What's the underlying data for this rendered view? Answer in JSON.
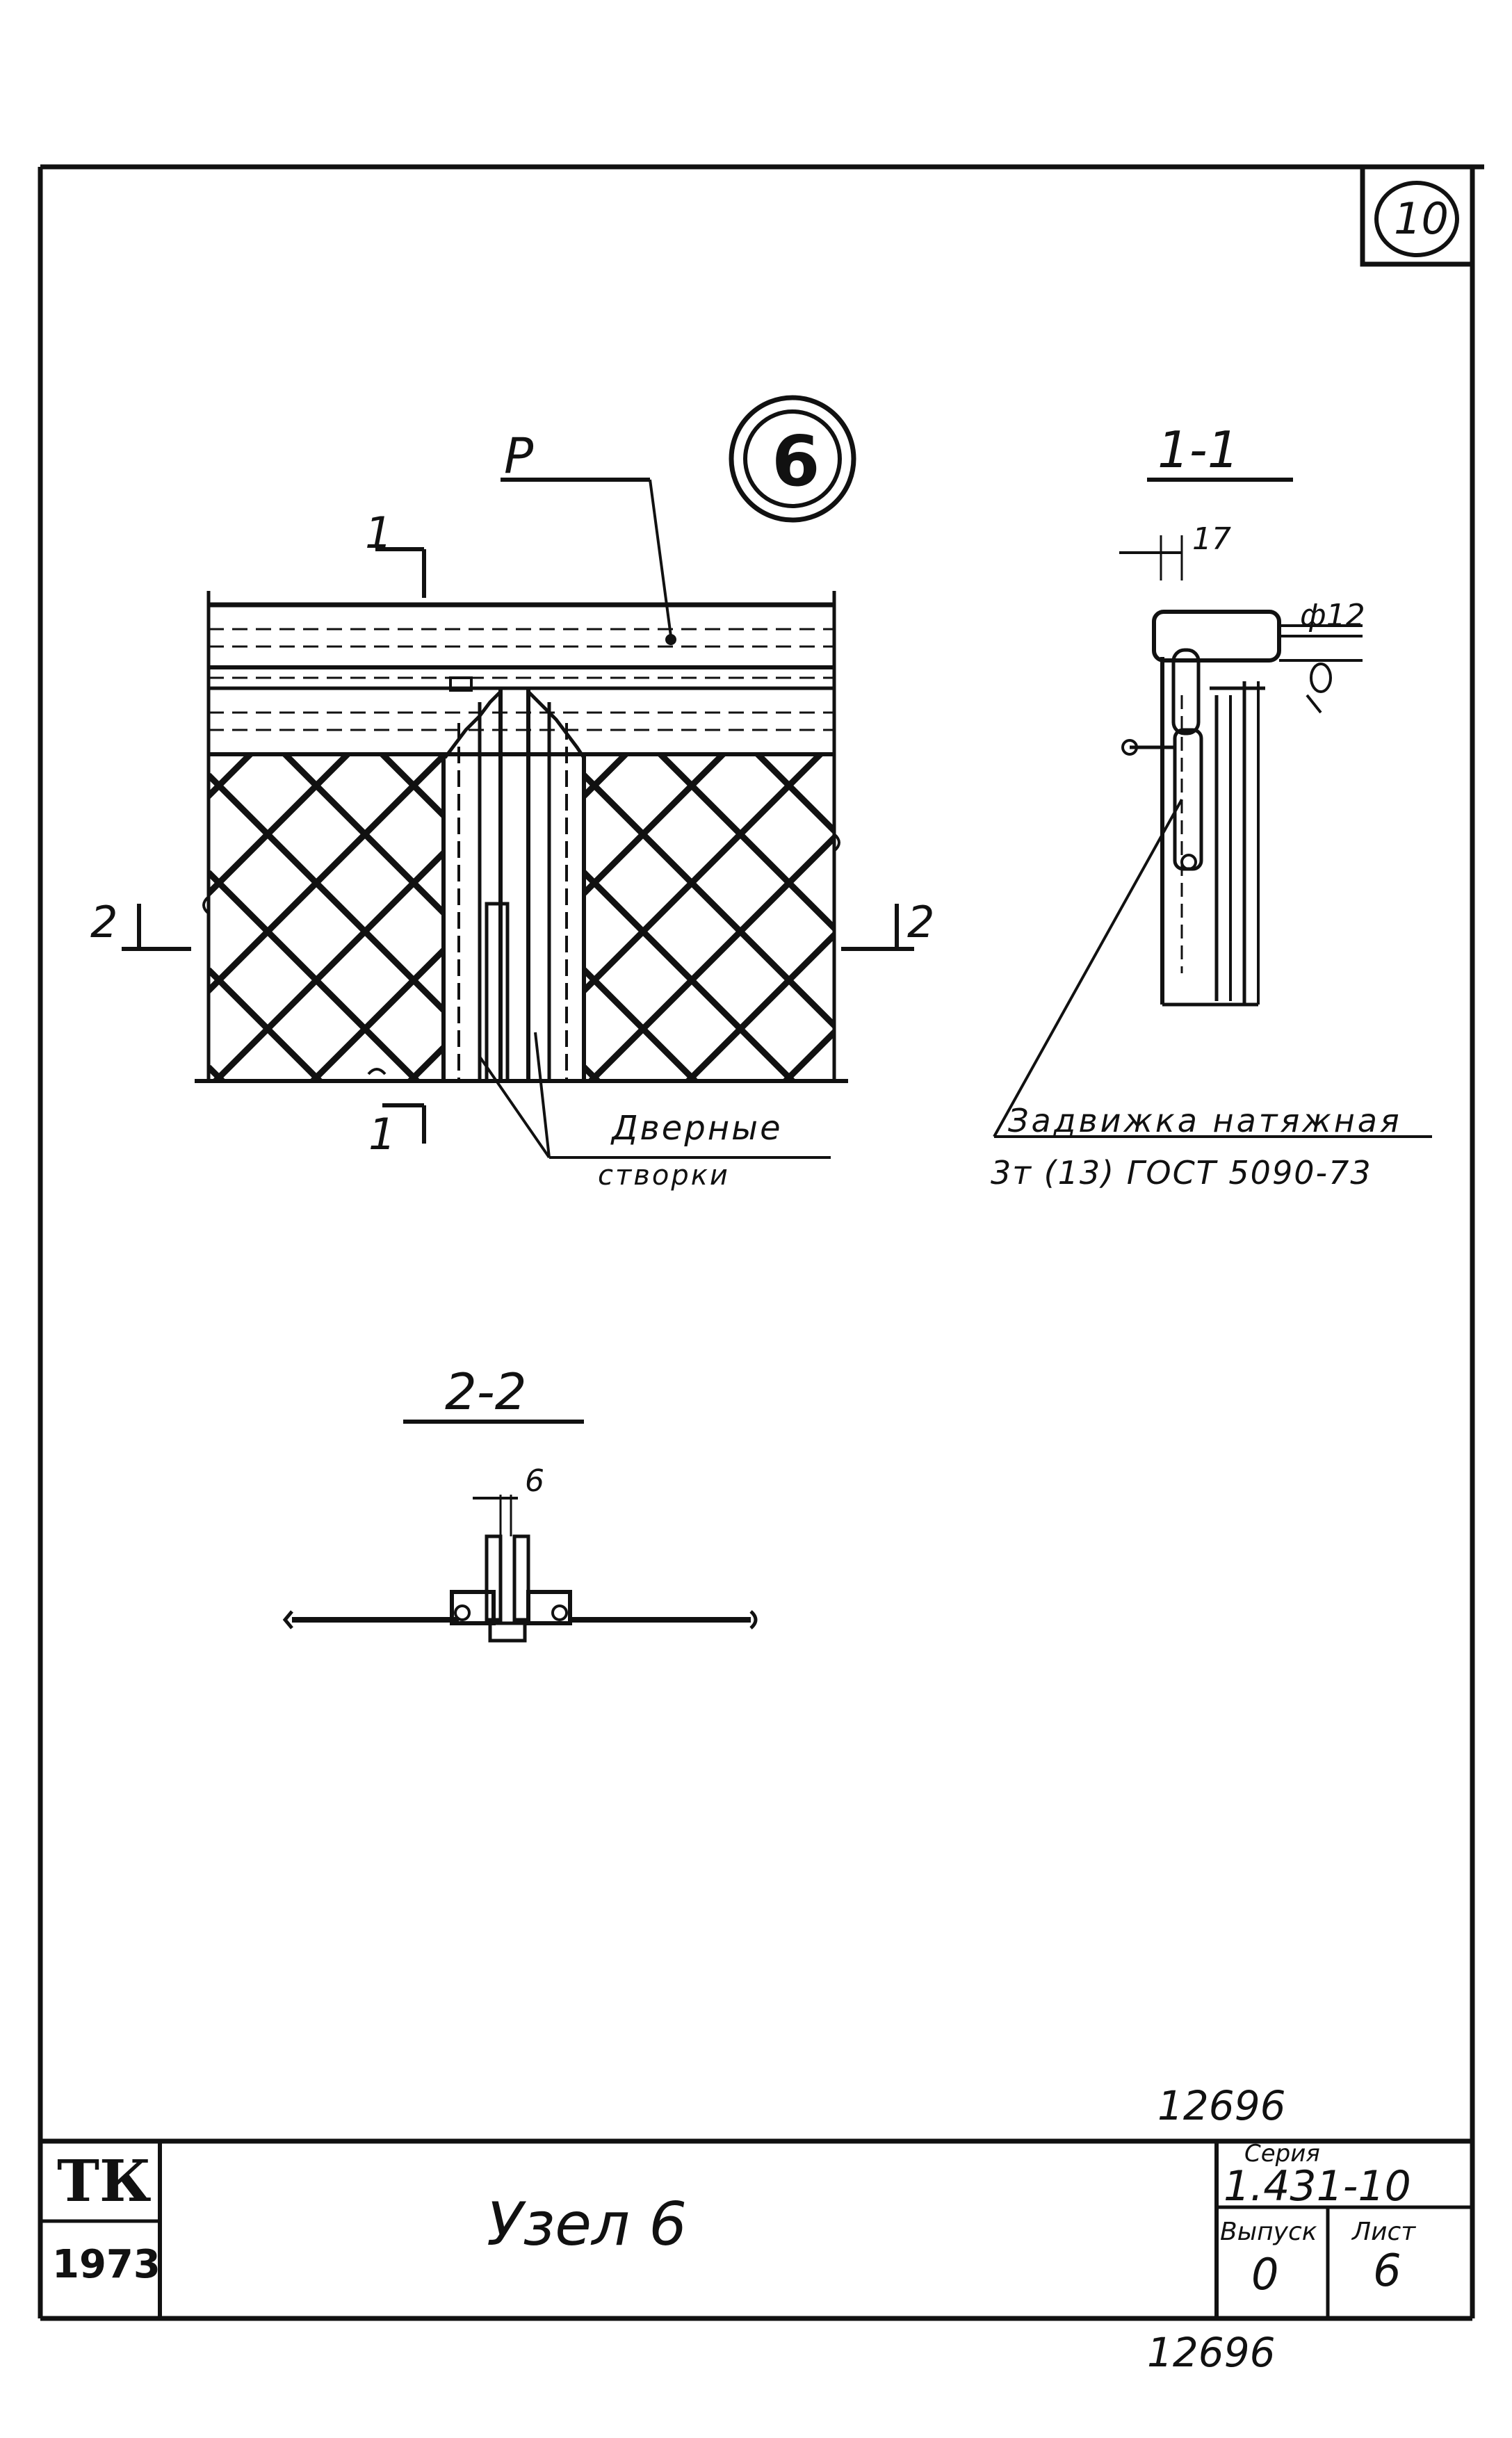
{
  "sheet": {
    "corner_number": "10",
    "node_marker": "6",
    "archive_number_top": "12696",
    "archive_number_bottom": "12696"
  },
  "elevation_view": {
    "label_p": "Р",
    "section_1_top": "1",
    "section_1_bottom": "1",
    "section_2_left": "2",
    "section_2_right": "2",
    "leader_text_line1": "Дверные",
    "leader_text_line2": "створки"
  },
  "section_1_1": {
    "title": "1-1",
    "dim_17": "17",
    "dim_phi12": "ф12",
    "leader_line1": "Задвижка натяжная",
    "leader_line2": "3т (13) ГОСТ 5090-73"
  },
  "section_2_2": {
    "title": "2-2",
    "dim_6": "6"
  },
  "title_block": {
    "stamp_tk": "ТК",
    "stamp_year": "1973",
    "drawing_title": "Узел 6",
    "series_label": "Серия",
    "series_value": "1.431-10",
    "issue_label": "Выпуск",
    "issue_value": "0",
    "sheet_label": "Лист",
    "sheet_value": "6"
  }
}
